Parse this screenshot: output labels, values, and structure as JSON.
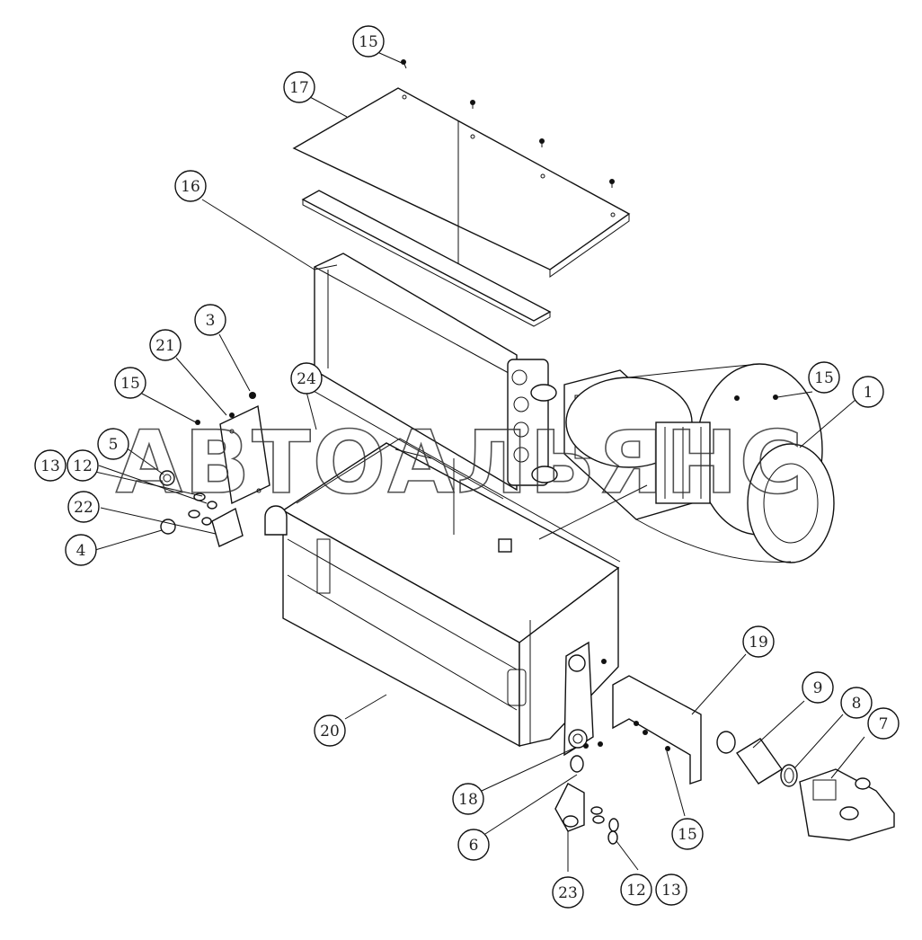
{
  "watermark": "АВТОАЛЬЯНС",
  "callouts": [
    {
      "id": "c15a",
      "label": "15"
    },
    {
      "id": "c17",
      "label": "17"
    },
    {
      "id": "c16",
      "label": "16"
    },
    {
      "id": "c3",
      "label": "3"
    },
    {
      "id": "c21",
      "label": "21"
    },
    {
      "id": "c15b",
      "label": "15"
    },
    {
      "id": "c5",
      "label": "5"
    },
    {
      "id": "c13a",
      "label": "13"
    },
    {
      "id": "c12a",
      "label": "12"
    },
    {
      "id": "c22",
      "label": "22"
    },
    {
      "id": "c4",
      "label": "4"
    },
    {
      "id": "c24",
      "label": "24"
    },
    {
      "id": "c15c",
      "label": "15"
    },
    {
      "id": "c1",
      "label": "1"
    },
    {
      "id": "c19",
      "label": "19"
    },
    {
      "id": "c9",
      "label": "9"
    },
    {
      "id": "c8",
      "label": "8"
    },
    {
      "id": "c7",
      "label": "7"
    },
    {
      "id": "c20",
      "label": "20"
    },
    {
      "id": "c18",
      "label": "18"
    },
    {
      "id": "c6",
      "label": "6"
    },
    {
      "id": "c15d",
      "label": "15"
    },
    {
      "id": "c23",
      "label": "23"
    },
    {
      "id": "c12b",
      "label": "12"
    },
    {
      "id": "c13b",
      "label": "13"
    }
  ]
}
